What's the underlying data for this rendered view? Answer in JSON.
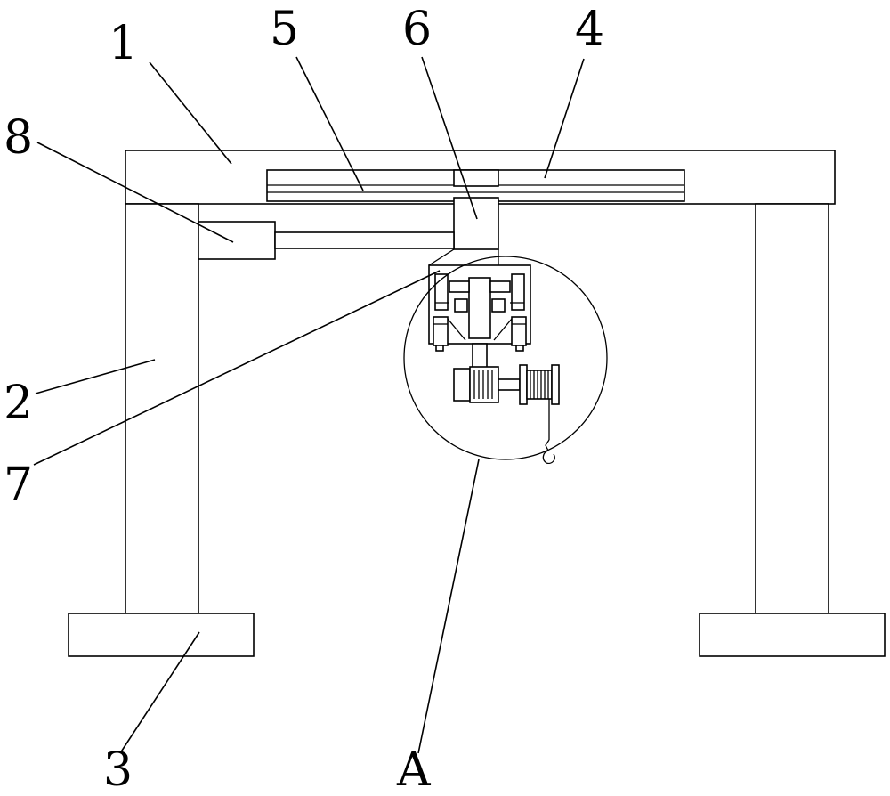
{
  "labels": {
    "frame_top": "1",
    "column": "2",
    "base": "3",
    "track": "4",
    "rail": "5",
    "slider": "6",
    "hanger": "7",
    "cylinder": "8",
    "detail_a": "A"
  },
  "colors": {
    "line": "#000000",
    "background": "#ffffff"
  }
}
